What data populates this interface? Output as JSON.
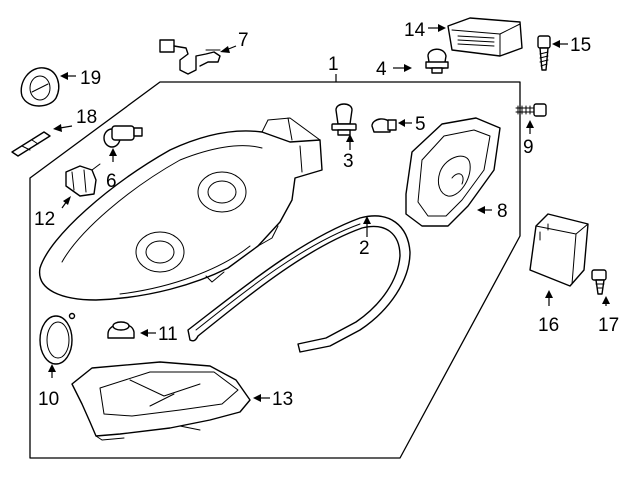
{
  "diagram": {
    "assembly_number": "1",
    "callouts": [
      {
        "num": "2"
      },
      {
        "num": "3"
      },
      {
        "num": "4"
      },
      {
        "num": "5"
      },
      {
        "num": "6"
      },
      {
        "num": "7"
      },
      {
        "num": "8"
      },
      {
        "num": "9"
      },
      {
        "num": "10"
      },
      {
        "num": "11"
      },
      {
        "num": "12"
      },
      {
        "num": "13"
      },
      {
        "num": "14"
      },
      {
        "num": "15"
      },
      {
        "num": "16"
      },
      {
        "num": "17"
      },
      {
        "num": "18"
      },
      {
        "num": "19"
      }
    ]
  }
}
